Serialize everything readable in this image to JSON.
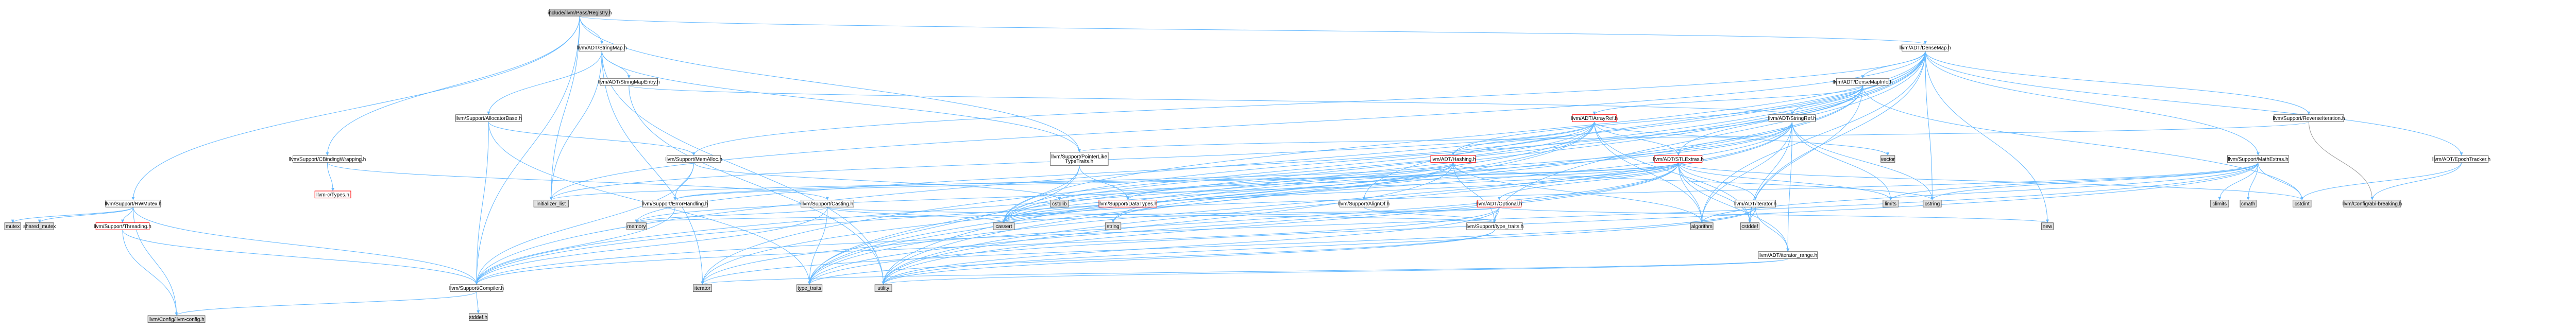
{
  "colors": {
    "edge": "#63b8ff",
    "edge_alt": "#9a9a9a",
    "node_fill": "#ffffff",
    "node_stroke": "#666666",
    "root_fill": "#bfbfbf",
    "system_fill": "#e0e0e0",
    "red_stroke": "#ff0000"
  },
  "nodes": [
    {
      "id": "root",
      "label": "include/llvm/Pass/Registry.h",
      "kind": "root"
    },
    {
      "id": "stringmap",
      "label": "llvm/ADT/StringMap.h",
      "kind": "normal"
    },
    {
      "id": "densemap",
      "label": "llvm/ADT/DenseMap.h",
      "kind": "normal"
    },
    {
      "id": "stringmapentry",
      "label": "llvm/ADT/StringMapEntry.h",
      "kind": "normal"
    },
    {
      "id": "densemapinfo",
      "label": "llvm/ADT/DenseMapInfo.h",
      "kind": "normal"
    },
    {
      "id": "allocatorbase",
      "label": "llvm/Support/AllocatorBase.h",
      "kind": "normal"
    },
    {
      "id": "arrayref",
      "label": "llvm/ADT/ArrayRef.h",
      "kind": "red"
    },
    {
      "id": "stringref",
      "label": "llvm/ADT/StringRef.h",
      "kind": "normal"
    },
    {
      "id": "reverseiteration",
      "label": "llvm/Support/ReverseIteration.h",
      "kind": "normal"
    },
    {
      "id": "cbindingwrapping",
      "label": "llvm/Support/CBindingWrapping.h",
      "kind": "normal"
    },
    {
      "id": "memalloc",
      "label": "llvm/Support/MemAlloc.h",
      "kind": "normal"
    },
    {
      "id": "pointerliketypetraits",
      "label": "llvm/Support/PointerLike\nTypeTraits.h",
      "kind": "normal"
    },
    {
      "id": "hashing",
      "label": "llvm/ADT/Hashing.h",
      "kind": "red"
    },
    {
      "id": "stlextras",
      "label": "llvm/ADT/STLExtras.h",
      "kind": "red"
    },
    {
      "id": "mathextras",
      "label": "llvm/Support/MathExtras.h",
      "kind": "normal"
    },
    {
      "id": "epochtracker",
      "label": "llvm/ADT/EpochTracker.h",
      "kind": "normal"
    },
    {
      "id": "vector",
      "label": "vector",
      "kind": "system"
    },
    {
      "id": "ctypes",
      "label": "llvm-c/Types.h",
      "kind": "red"
    },
    {
      "id": "rwmutex",
      "label": "llvm/Support/RWMutex.h",
      "kind": "normal"
    },
    {
      "id": "initializerlist",
      "label": "initializer_list",
      "kind": "system"
    },
    {
      "id": "errorhandling",
      "label": "llvm/Support/ErrorHandling.h",
      "kind": "normal"
    },
    {
      "id": "casting",
      "label": "llvm/Support/Casting.h",
      "kind": "normal"
    },
    {
      "id": "cstdlib",
      "label": "cstdlib",
      "kind": "system"
    },
    {
      "id": "datatypes",
      "label": "llvm/Support/DataTypes.h",
      "kind": "red"
    },
    {
      "id": "alignof",
      "label": "llvm/Support/AlignOf.h",
      "kind": "normal"
    },
    {
      "id": "optional",
      "label": "llvm/ADT/Optional.h",
      "kind": "red"
    },
    {
      "id": "iterator",
      "label": "llvm/ADT/iterator.h",
      "kind": "normal"
    },
    {
      "id": "limits",
      "label": "limits",
      "kind": "system"
    },
    {
      "id": "cstring",
      "label": "cstring",
      "kind": "system"
    },
    {
      "id": "climits",
      "label": "climits",
      "kind": "system"
    },
    {
      "id": "cmath",
      "label": "cmath",
      "kind": "system"
    },
    {
      "id": "cstdint",
      "label": "cstdint",
      "kind": "system"
    },
    {
      "id": "configabi",
      "label": "llvm/Config/abi-breaking.h",
      "kind": "system"
    },
    {
      "id": "mutex",
      "label": "mutex",
      "kind": "system"
    },
    {
      "id": "sharedmutex",
      "label": "shared_mutex",
      "kind": "system"
    },
    {
      "id": "threading",
      "label": "llvm/Support/Threading.h",
      "kind": "red"
    },
    {
      "id": "memory",
      "label": "memory",
      "kind": "system"
    },
    {
      "id": "cassert",
      "label": "cassert",
      "kind": "system"
    },
    {
      "id": "string",
      "label": "string",
      "kind": "system"
    },
    {
      "id": "typetraitsh",
      "label": "llvm/Support/type_traits.h",
      "kind": "normal"
    },
    {
      "id": "algorithm",
      "label": "algorithm",
      "kind": "system"
    },
    {
      "id": "cstddef",
      "label": "cstddef",
      "kind": "system"
    },
    {
      "id": "new",
      "label": "new",
      "kind": "system"
    },
    {
      "id": "iteratorrange",
      "label": "llvm/ADT/iterator_range.h",
      "kind": "normal"
    },
    {
      "id": "compiler",
      "label": "llvm/Support/Compiler.h",
      "kind": "normal"
    },
    {
      "id": "iteratorsys",
      "label": "iterator",
      "kind": "system"
    },
    {
      "id": "typetraits",
      "label": "type_traits",
      "kind": "system"
    },
    {
      "id": "utility",
      "label": "utility",
      "kind": "system"
    },
    {
      "id": "configllvm",
      "label": "llvm/Config/llvm-config.h",
      "kind": "system"
    },
    {
      "id": "stddef",
      "label": "stddef.h",
      "kind": "system"
    }
  ]
}
